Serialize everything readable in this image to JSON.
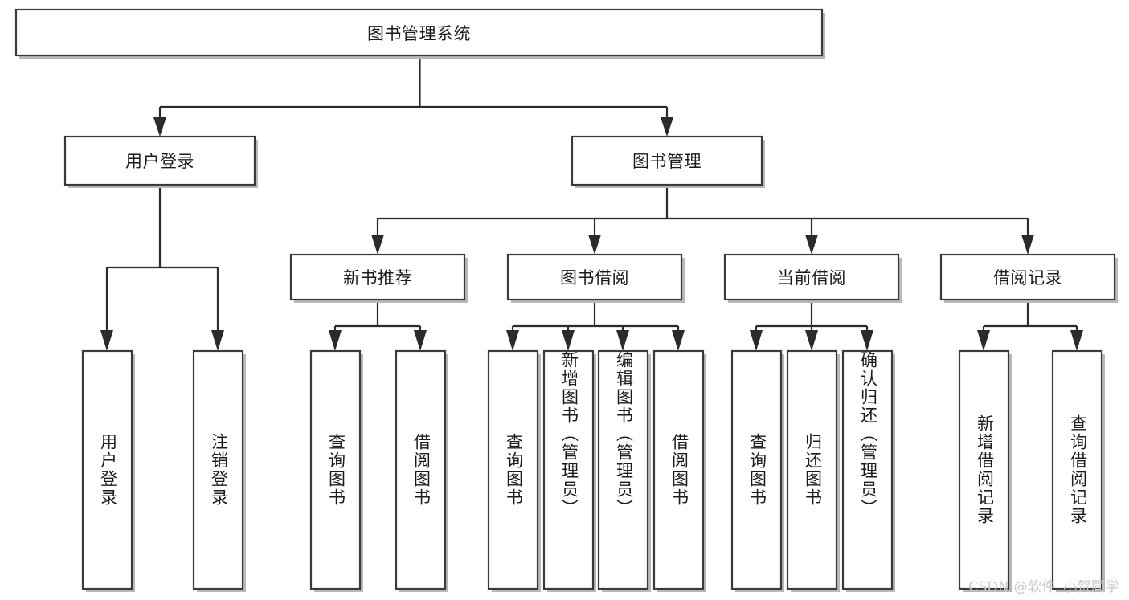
{
  "diagram": {
    "type": "tree-hierarchy-chart",
    "title_node": {
      "id": "root",
      "label": "图书管理系统",
      "orientation": "horizontal"
    },
    "level2": [
      {
        "id": "user-login",
        "label": "用户登录",
        "orientation": "horizontal"
      },
      {
        "id": "book-manage",
        "label": "图书管理",
        "orientation": "horizontal"
      }
    ],
    "level3": [
      {
        "id": "new-book-recommend",
        "label": "新书推荐",
        "orientation": "horizontal",
        "parent": "book-manage"
      },
      {
        "id": "book-borrow",
        "label": "图书借阅",
        "orientation": "horizontal",
        "parent": "book-manage"
      },
      {
        "id": "current-borrow",
        "label": "当前借阅",
        "orientation": "horizontal",
        "parent": "book-manage"
      },
      {
        "id": "borrow-record",
        "label": "借阅记录",
        "orientation": "horizontal",
        "parent": "book-manage"
      }
    ],
    "leaves": [
      {
        "id": "leaf-user-login",
        "label": "用户登录",
        "parent": "user-login"
      },
      {
        "id": "leaf-logout-login",
        "label": "注销登录",
        "parent": "user-login"
      },
      {
        "id": "leaf-query-book-1",
        "label": "查询图书",
        "parent": "new-book-recommend"
      },
      {
        "id": "leaf-borrow-book-1",
        "label": "借阅图书",
        "parent": "new-book-recommend"
      },
      {
        "id": "leaf-query-book-2",
        "label": "查询图书",
        "parent": "book-borrow"
      },
      {
        "id": "leaf-add-book",
        "label": "新增图书（管理员）",
        "parent": "book-borrow"
      },
      {
        "id": "leaf-edit-book",
        "label": "编辑图书（管理员）",
        "parent": "book-borrow"
      },
      {
        "id": "leaf-borrow-book-2",
        "label": "借阅图书",
        "parent": "book-borrow"
      },
      {
        "id": "leaf-query-book-3",
        "label": "查询图书",
        "parent": "current-borrow"
      },
      {
        "id": "leaf-return-book",
        "label": "归还图书",
        "parent": "current-borrow"
      },
      {
        "id": "leaf-confirm-return",
        "label": "确认归还（管理员）",
        "parent": "current-borrow"
      },
      {
        "id": "leaf-add-record",
        "label": "新增借阅记录",
        "parent": "borrow-record"
      },
      {
        "id": "leaf-query-record",
        "label": "查询借阅记录",
        "parent": "borrow-record"
      }
    ],
    "colors": {
      "box_stroke": "#3a3a3a",
      "box_fill": "#ffffff",
      "connector": "#2b2b2b",
      "text": "#1b1b1b",
      "watermark": "#c9c9c9",
      "background": "#ffffff"
    }
  },
  "watermark": {
    "text": "CSDN @软件_小贺同学"
  }
}
